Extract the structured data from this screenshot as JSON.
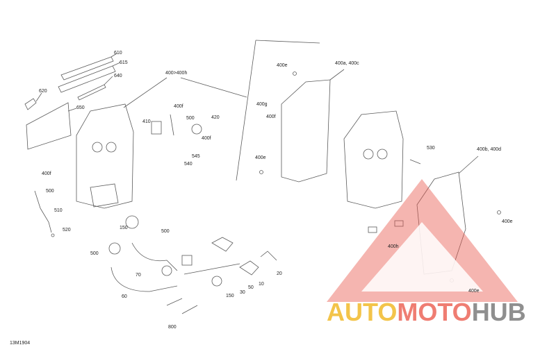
{
  "diagram_code": "13M1904",
  "watermark": {
    "part1": "AUTO",
    "part2": "MOTO",
    "part3": "HUB"
  },
  "callouts": [
    {
      "id": "610",
      "text": "610"
    },
    {
      "id": "615",
      "text": "615"
    },
    {
      "id": "640",
      "text": "640"
    },
    {
      "id": "620",
      "text": "620"
    },
    {
      "id": "650",
      "text": "650"
    },
    {
      "id": "400-400h",
      "text": "400>400h"
    },
    {
      "id": "400f-a",
      "text": "400f"
    },
    {
      "id": "410",
      "text": "410"
    },
    {
      "id": "500-a",
      "text": "500"
    },
    {
      "id": "420",
      "text": "420"
    },
    {
      "id": "400f-b",
      "text": "400f"
    },
    {
      "id": "545",
      "text": "545"
    },
    {
      "id": "540",
      "text": "540"
    },
    {
      "id": "400e-a",
      "text": "400e"
    },
    {
      "id": "400a-400c",
      "text": "400a, 400c"
    },
    {
      "id": "400g",
      "text": "400g"
    },
    {
      "id": "400f-c",
      "text": "400f"
    },
    {
      "id": "400e-b",
      "text": "400e"
    },
    {
      "id": "400f-d",
      "text": "400f"
    },
    {
      "id": "500-b",
      "text": "500"
    },
    {
      "id": "510",
      "text": "510"
    },
    {
      "id": "520",
      "text": "520"
    },
    {
      "id": "150-a",
      "text": "150"
    },
    {
      "id": "500-c",
      "text": "500"
    },
    {
      "id": "500-d",
      "text": "500"
    },
    {
      "id": "70",
      "text": "70"
    },
    {
      "id": "60",
      "text": "60"
    },
    {
      "id": "800",
      "text": "800"
    },
    {
      "id": "150-b",
      "text": "150"
    },
    {
      "id": "30",
      "text": "30"
    },
    {
      "id": "50",
      "text": "50"
    },
    {
      "id": "10",
      "text": "10"
    },
    {
      "id": "20",
      "text": "20"
    },
    {
      "id": "530",
      "text": "530"
    },
    {
      "id": "400b-400d",
      "text": "400b, 400d"
    },
    {
      "id": "400e-c",
      "text": "400e"
    },
    {
      "id": "400h",
      "text": "400h"
    },
    {
      "id": "400e-d",
      "text": "400e"
    }
  ],
  "colors": {
    "line": "#5a5a5a",
    "watermark_triangle": "#e85a4f"
  }
}
